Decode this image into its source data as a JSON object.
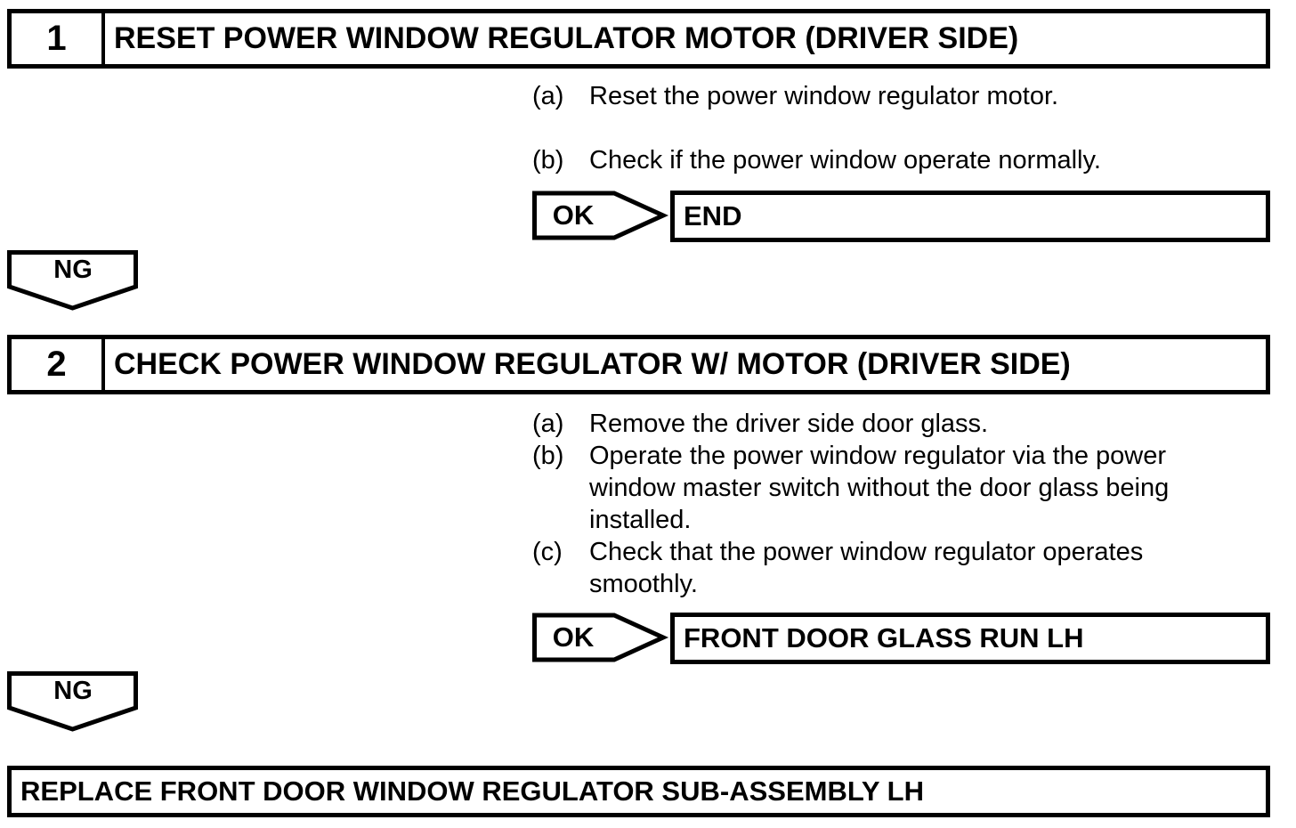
{
  "flowchart": {
    "steps": [
      {
        "number": "1",
        "title": "RESET POWER WINDOW REGULATOR MOTOR (DRIVER SIDE)",
        "instructions": [
          {
            "label": "(a)",
            "lines": [
              "Reset the power window regulator motor."
            ]
          },
          {
            "label": "(b)",
            "lines": [
              "Check if the power window operate normally."
            ]
          }
        ],
        "ok_label": "OK",
        "ok_result": "END",
        "ng_label": "NG"
      },
      {
        "number": "2",
        "title": "CHECK POWER WINDOW REGULATOR W/ MOTOR (DRIVER SIDE)",
        "instructions": [
          {
            "label": "(a)",
            "lines": [
              "Remove the driver side door glass."
            ]
          },
          {
            "label": "(b)",
            "lines": [
              "Operate the power window regulator via the power",
              "window master switch without the door glass being",
              "installed."
            ]
          },
          {
            "label": "(c)",
            "lines": [
              "Check that the power window regulator operates",
              "smoothly."
            ]
          }
        ],
        "ok_label": "OK",
        "ok_result": "FRONT DOOR GLASS RUN LH",
        "ng_label": "NG"
      }
    ],
    "final_action": "REPLACE FRONT DOOR WINDOW REGULATOR SUB-ASSEMBLY LH",
    "colors": {
      "line": "#000000",
      "background": "#ffffff"
    }
  }
}
